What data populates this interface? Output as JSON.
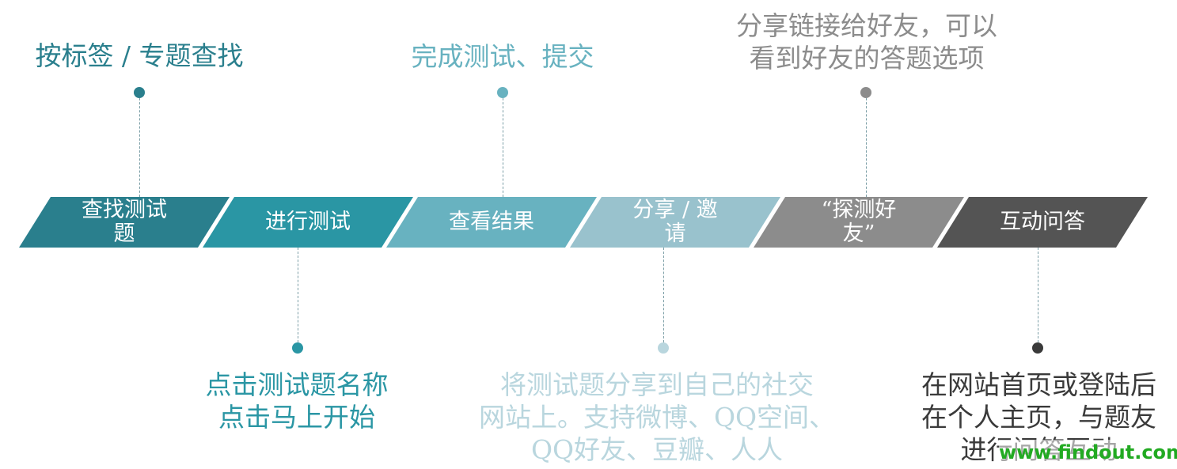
{
  "steps": [
    {
      "label": "查找测试\n题",
      "color": "#2a7f8d"
    },
    {
      "label": "进行测试",
      "color": "#2a96a4"
    },
    {
      "label": "查看结果",
      "color": "#68b2c0"
    },
    {
      "label": "分享 / 邀\n请",
      "color": "#99c2cd"
    },
    {
      "label": "“探测好\n友”",
      "color": "#8c8c8c"
    },
    {
      "label": "互动问答",
      "color": "#545454"
    }
  ],
  "notes": [
    {
      "text": "按标签 / 专题查找",
      "color": "#2a7f8d"
    },
    {
      "text": "点击测试题名称\n点击马上开始",
      "color": "#2a96a4"
    },
    {
      "text": "完成测试、提交",
      "color": "#68b2c0"
    },
    {
      "text": "将测试题分享到自己的社交\n网站上。支持微博、QQ空间、\nQQ好友、豆瓣、人人",
      "color": "#b9d6de"
    },
    {
      "text": "分享链接给好友，可以\n看到好友的答题选项",
      "color": "#8c8c8c"
    },
    {
      "text": "在网站首页或登陆后\n在个人主页，与题友\n进行问答互动",
      "color": "#3a3a3a"
    }
  ],
  "watermark": "www.findout.com"
}
